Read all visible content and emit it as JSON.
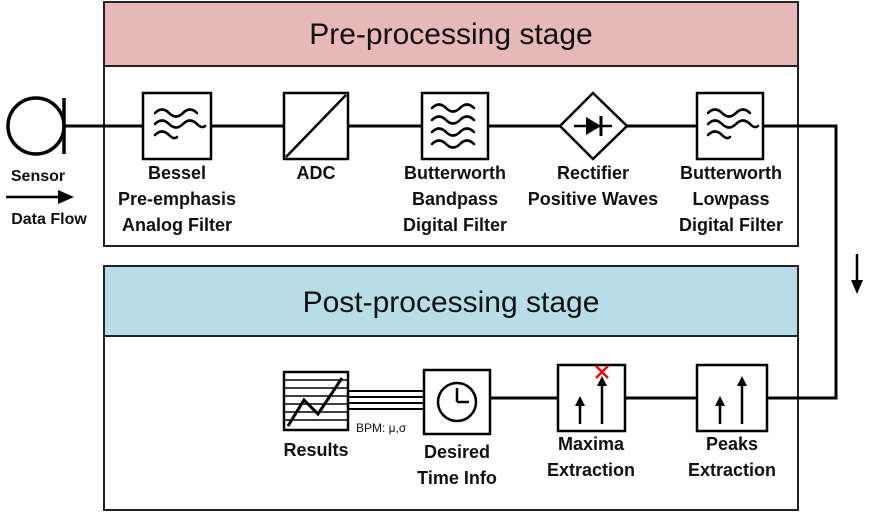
{
  "colors": {
    "pre_header": "#e6b9b8",
    "post_header": "#b7dde8",
    "line": "#000000",
    "marker": "#ff0000"
  },
  "pre_stage": {
    "title": "Pre-processing stage",
    "blocks": [
      {
        "icon": "lowpass-filter-icon",
        "label": [
          "Bessel",
          "Pre-emphasis",
          "Analog Filter"
        ]
      },
      {
        "icon": "adc-icon",
        "label": [
          "ADC"
        ]
      },
      {
        "icon": "bandpass-filter-icon",
        "label": [
          "Butterworth",
          "Bandpass",
          "Digital Filter"
        ]
      },
      {
        "icon": "rectifier-diode-icon",
        "label": [
          "Rectifier",
          "Positive Waves"
        ]
      },
      {
        "icon": "lowpass-filter-icon",
        "label": [
          "Butterworth",
          "Lowpass",
          "Digital Filter"
        ]
      }
    ]
  },
  "post_stage": {
    "title": "Post-processing stage",
    "blocks": [
      {
        "icon": "results-chart-icon",
        "label": [
          "Results"
        ]
      },
      {
        "icon": "clock-icon",
        "label": [
          "Desired",
          "Time Info"
        ]
      },
      {
        "icon": "maxima-arrows-icon",
        "label": [
          "Maxima",
          "Extraction"
        ]
      },
      {
        "icon": "peaks-arrows-icon",
        "label": [
          "Peaks",
          "Extraction"
        ]
      }
    ],
    "bus_label": "BPM: μ,σ"
  },
  "sensor": {
    "icon": "sensor-icon",
    "label": "Sensor",
    "flow_label": "Data Flow"
  },
  "flow_direction_icon": "down-arrow-icon"
}
